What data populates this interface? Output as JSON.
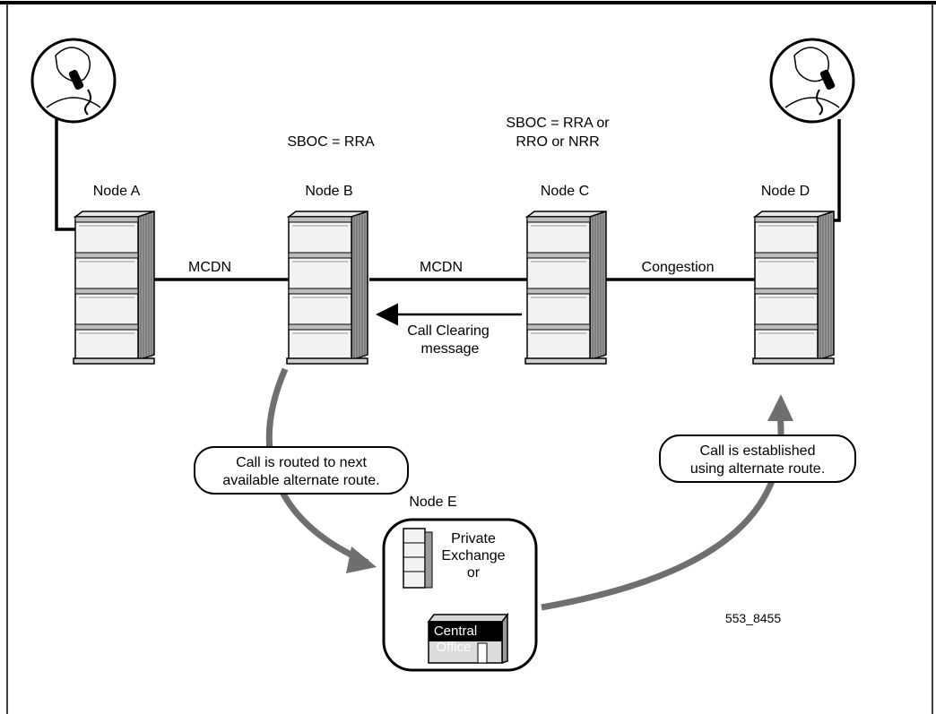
{
  "nodes": {
    "a": {
      "label": "Node A"
    },
    "b": {
      "label": "Node B",
      "sboc": "SBOC = RRA"
    },
    "c": {
      "label": "Node C",
      "sboc_line1": "SBOC = RRA or",
      "sboc_line2": "RRO or NRR"
    },
    "d": {
      "label": "Node D"
    },
    "e": {
      "label": "Node E",
      "pbx_line1": "Private",
      "pbx_line2": "Exchange",
      "pbx_line3": "or",
      "co_line1": "Central",
      "co_line2": "Office"
    }
  },
  "links": {
    "ab": "MCDN",
    "bc": "MCDN",
    "cd": "Congestion",
    "clearing_line1": "Call Clearing",
    "clearing_line2": "message"
  },
  "callouts": {
    "routed_line1": "Call is routed to next",
    "routed_line2": "available alternate route.",
    "established_line1": "Call is established",
    "established_line2": "using alternate route."
  },
  "figure_id": "553_8455",
  "colors": {
    "arrow_gray": "#6f6f6f",
    "cabinet_fill": "#f2f2f2",
    "cabinet_shade": "#9a9a9a",
    "building_dark": "#000000"
  }
}
